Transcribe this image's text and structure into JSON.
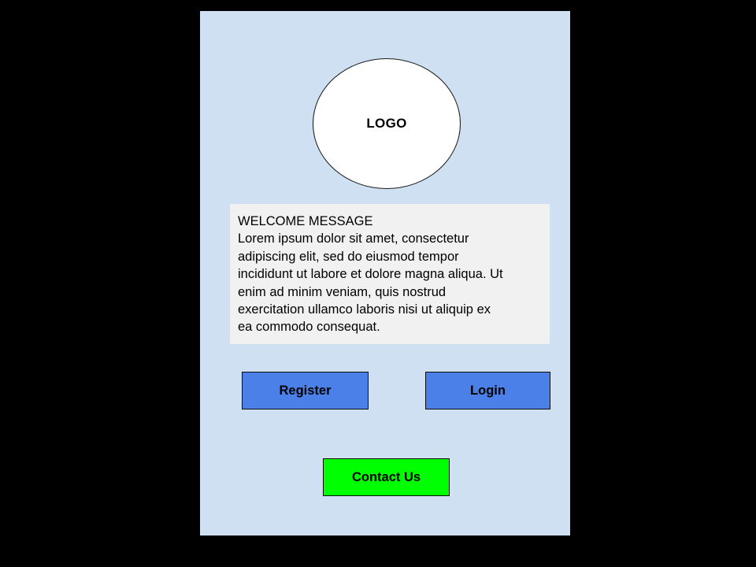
{
  "screen": {
    "background_color": "#cfe0f2",
    "canvas_background_color": "#000000"
  },
  "logo": {
    "label": "LOGO",
    "shape": "ellipse",
    "fill_color": "#ffffff",
    "border_color": "#1a1a1a"
  },
  "welcome": {
    "background_color": "#f1f1f1",
    "heading": "WELCOME MESSAGE",
    "body_lines": [
      "Lorem ipsum dolor sit amet, consectetur",
      "adipiscing elit, sed do eiusmod tempor",
      "incididunt ut labore et dolore magna aliqua. Ut",
      "enim ad minim veniam, quis nostrud",
      "exercitation ullamco laboris nisi ut aliquip ex",
      "ea commodo consequat."
    ]
  },
  "actions": {
    "register": {
      "label": "Register",
      "color": "#4a80e8"
    },
    "login": {
      "label": "Login",
      "color": "#4a80e8"
    },
    "contact": {
      "label": "Contact Us",
      "color": "#00ff00"
    }
  }
}
